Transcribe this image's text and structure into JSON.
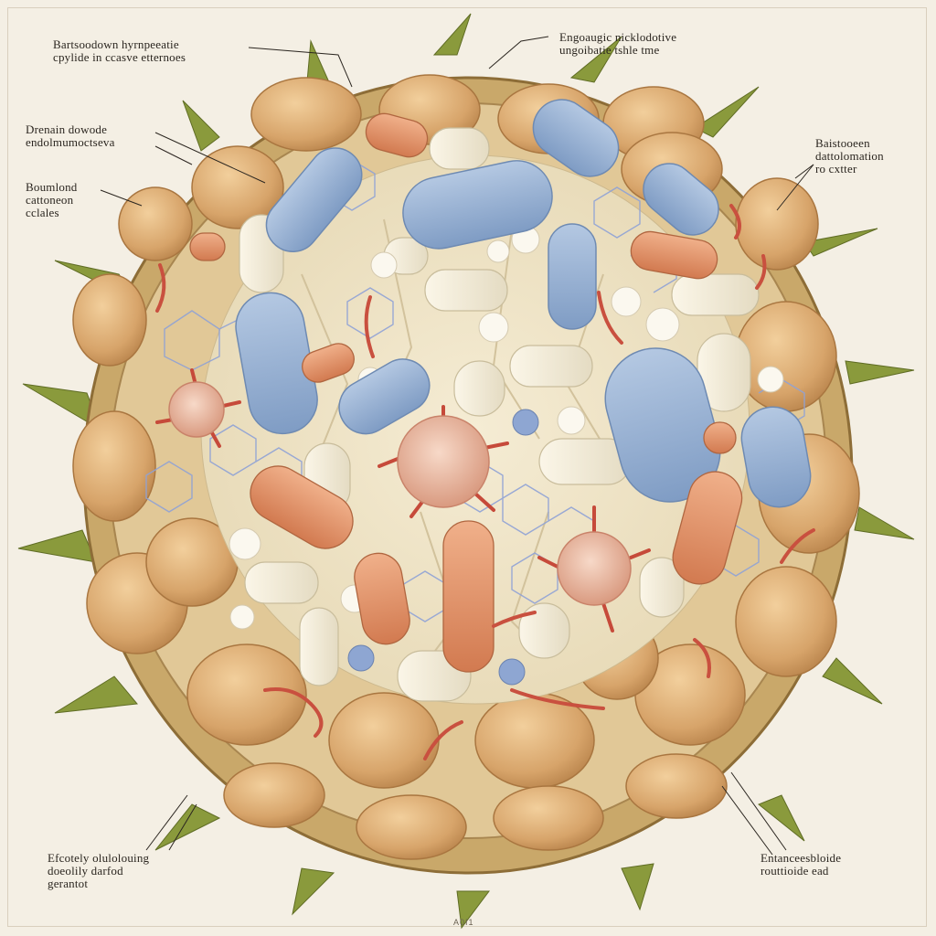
{
  "labels": {
    "top_left": "Bartsoodown hyrnpeeatie\ncpylide in ccasve etternoes",
    "top_center": "Engoaugic nicklodotive\nungoibatie tshle tme",
    "upper_left": "Drenain dowode\nendolmumoctseva",
    "mid_left": "Boumlond\ncattoneon\ncclales",
    "upper_right": "Baistooeen\ndattolomation\nro cxtter",
    "bottom_left": "Efcotely olulolouing\ndoeolily darfod\ngerantot",
    "bottom_right": "Entanceesbloide\nrouttioide ead"
  },
  "page_number": "A0I1",
  "colors": {
    "background": "#f4efe4",
    "husk": "#c9a86a",
    "leaf": "#8a9a3c",
    "spore": "#d8a86e",
    "blue_bacteria": "#93aed0",
    "orange_bacteria": "#e0906a",
    "capsule": "#f1ead6",
    "network": "#8fa2d6"
  }
}
